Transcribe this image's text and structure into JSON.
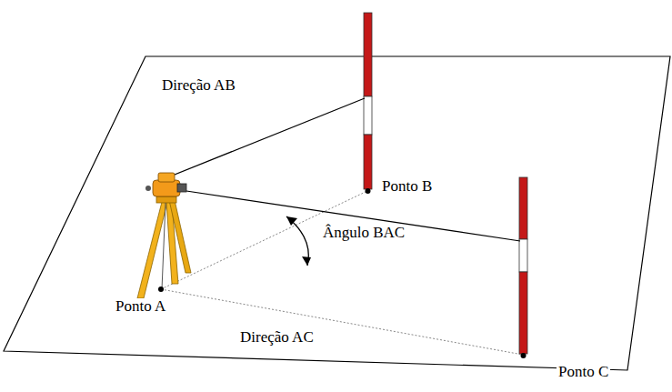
{
  "diagram": {
    "labels": [
      "Direção AB",
      "Ponto B",
      "Ângulo BAC",
      "Ponto A",
      "Direção AC",
      "Ponto C"
    ]
  }
}
